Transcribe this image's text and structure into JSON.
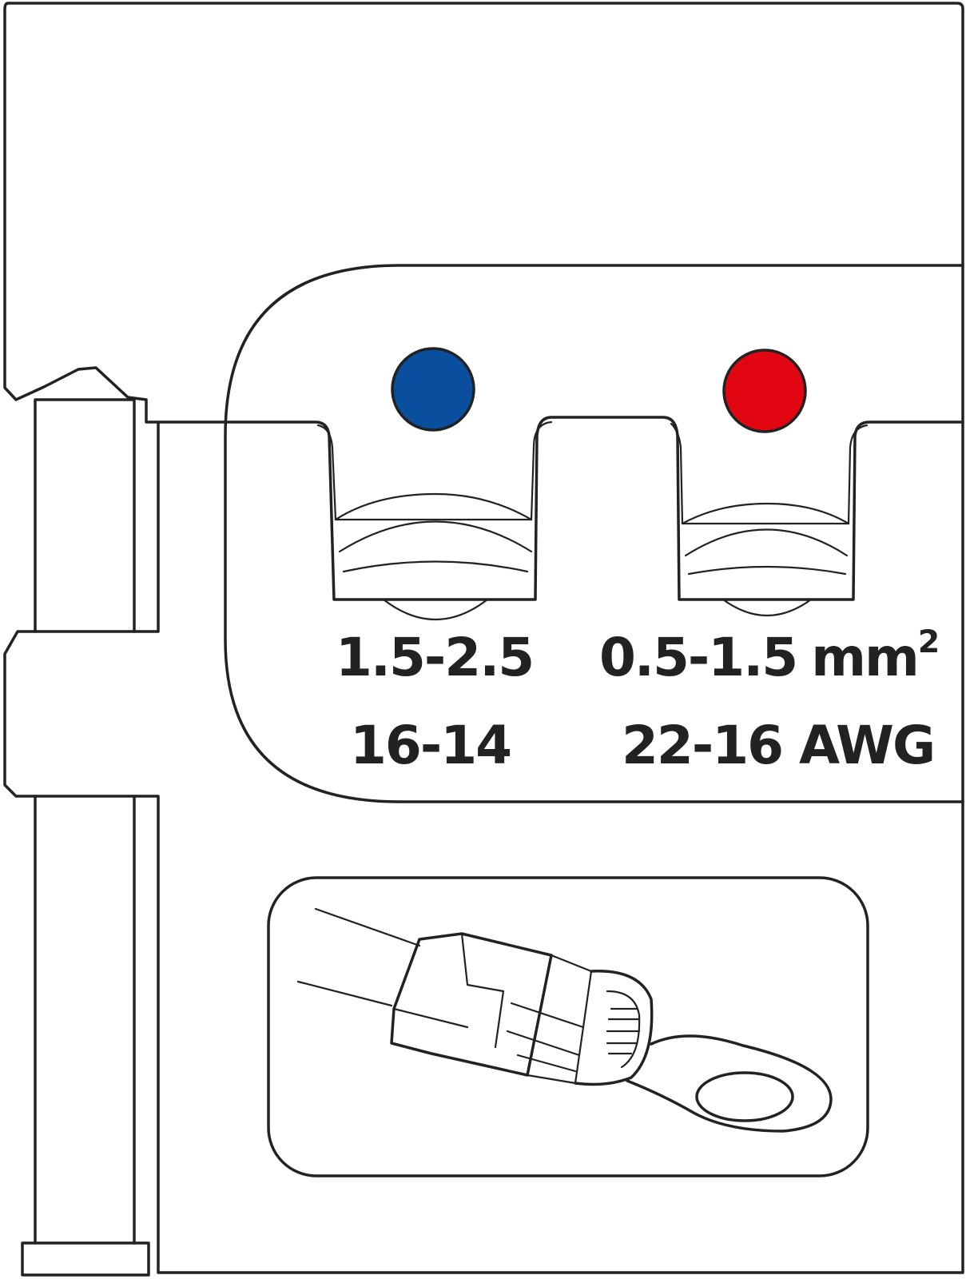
{
  "diagram": {
    "markers": {
      "left_color": "#0a4f9e",
      "right_color": "#e20613"
    },
    "labels": {
      "left_mm2": "1.5-2.5",
      "left_awg": "16-14",
      "right_mm2": "0.5-1.5",
      "right_mm2_unit": "mm",
      "right_mm2_exponent": "2",
      "right_awg": "22-16 AWG"
    },
    "illustration": "ring-terminal-icon"
  }
}
